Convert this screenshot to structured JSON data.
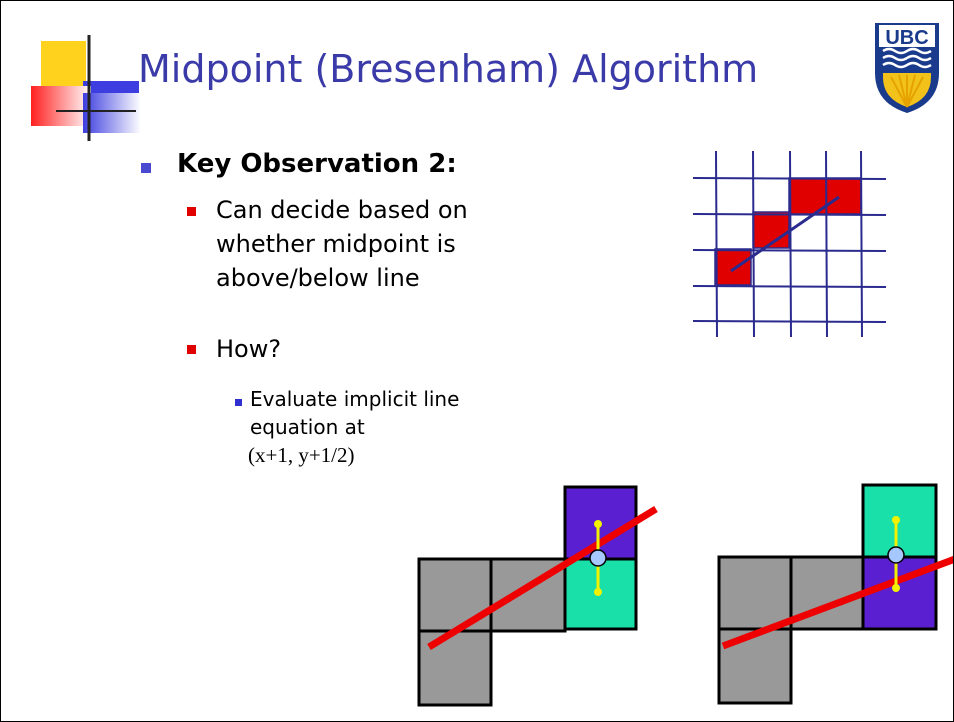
{
  "slide": {
    "title": "Midpoint (Bresenham) Algorithm",
    "logo_text": "UBC",
    "bullets": {
      "level1": "Key Observation 2:",
      "item1_line1": "Can decide based on",
      "item1_line2": "whether midpoint is",
      "item1_line3": "above/below line",
      "item2": "How?",
      "sub1_line1": "Evaluate implicit line",
      "sub1_line2": "equation at",
      "sub1_line3": "(x+1, y+1/2)"
    }
  },
  "colors": {
    "title": "#3a3aa8",
    "grid_line": "#2b2b8f",
    "pixel_fill": "#e00000",
    "gray_cell": "#999999",
    "purple_cell": "#5a1fd0",
    "teal_cell": "#19e0a8",
    "red_line": "#ee0000",
    "midpoint": "#a6c8ff",
    "yellow": "#f2f200"
  }
}
